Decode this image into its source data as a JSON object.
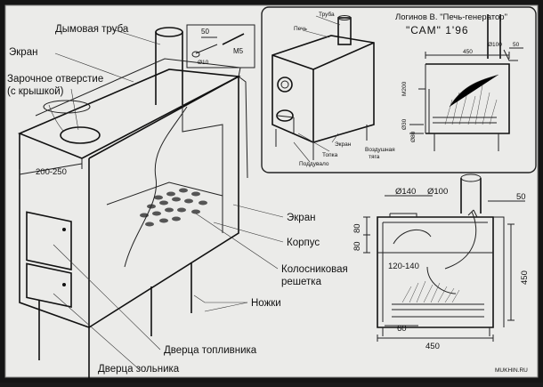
{
  "left_labels": {
    "chimney": "Дымовая труба",
    "screen_top": "Экран",
    "fire_hole_1": "Зарочное отверстие",
    "fire_hole_2": "(с крышкой)",
    "width_dim": "200-250",
    "screen_right": "Экран",
    "body": "Корпус",
    "grate_1": "Колосниковая",
    "grate_2": "решетка",
    "legs": "Ножки",
    "fuel_door": "Дверца топливника",
    "ash_door": "Дверца зольника"
  },
  "bolt_detail": {
    "dim_50": "50",
    "dim_10": "Ø10",
    "thread": "M5"
  },
  "top_right": {
    "author": "Логинов В. \"Печь-генератор\"",
    "title": "\"САМ\" 1'96",
    "pipe": "Труба",
    "stove": "Печь",
    "screen": "Экран",
    "firebox": "Топка",
    "blower": "Поддувало",
    "air": "Воздушная",
    "draft": "тяга",
    "d100": "Ø100",
    "w450": "450",
    "w50": "50",
    "m200": "M200",
    "d30": "Ø30",
    "d80": "Ø80"
  },
  "bottom_right": {
    "d140": "Ø140",
    "d100": "Ø100",
    "w50": "50",
    "h80a": "80",
    "h80b": "80",
    "range": "120-140",
    "h450": "450",
    "h60": "60",
    "w450": "450"
  },
  "watermark": "MUKHIN.RU"
}
